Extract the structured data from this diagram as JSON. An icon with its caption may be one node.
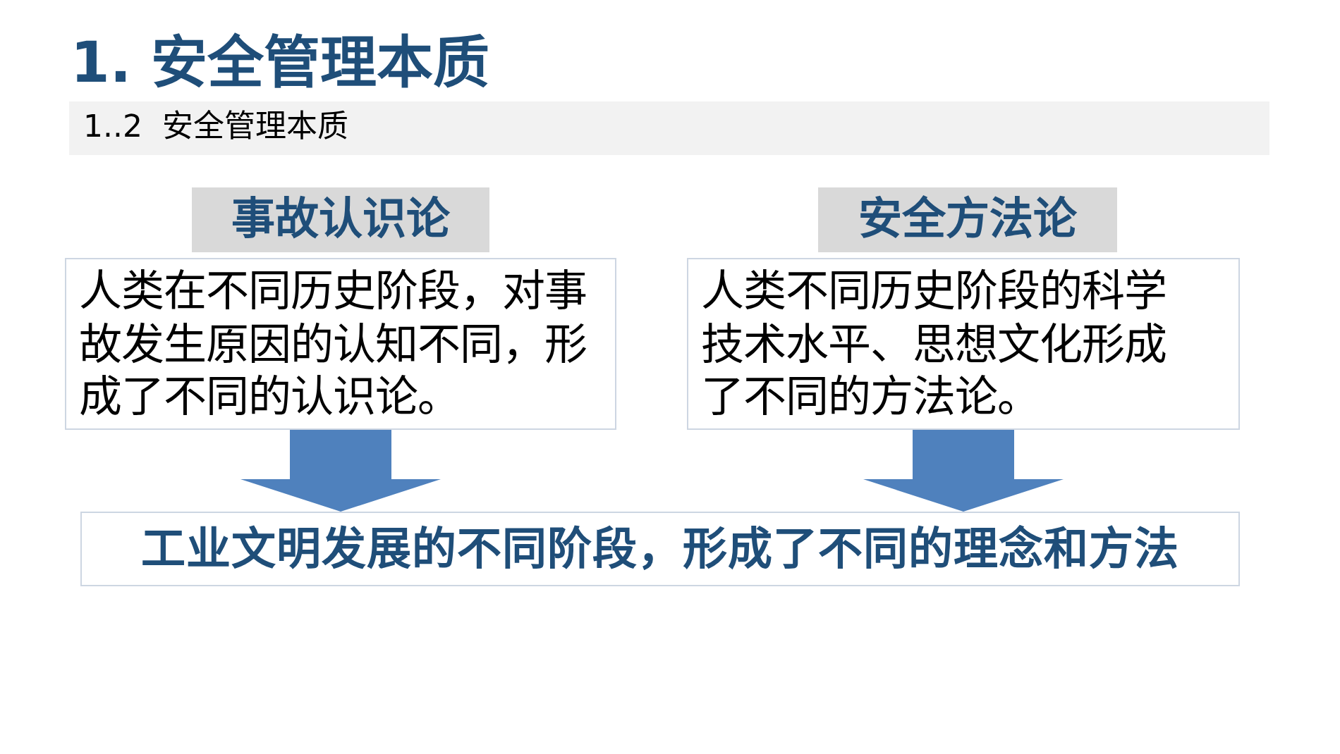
{
  "diagram": {
    "title": "1. 安全管理本质",
    "nodes": [
      {
        "text": [
          "事故认识论"
        ]
      },
      {
        "text": [
          "人类在不同历史阶段，对事故发生原因的认知不同，形成了不同的认识论。"
        ]
      },
      {
        "text": [
          "安全方法论"
        ]
      },
      {
        "text": [
          "人类不同历史阶段的科学技术水平、思想文化形成了不同的方法论。"
        ]
      },
      {
        "text": [
          "工业文明发展的不同阶段，形成了不同的理念和方法"
        ]
      }
    ],
    "edges": [
      {
        "from": 1,
        "to": 4,
        "arrow": "to"
      },
      {
        "from": 3,
        "to": 4,
        "arrow": "to"
      }
    ],
    "labels": [
      "1..2  安全管理本质"
    ]
  }
}
